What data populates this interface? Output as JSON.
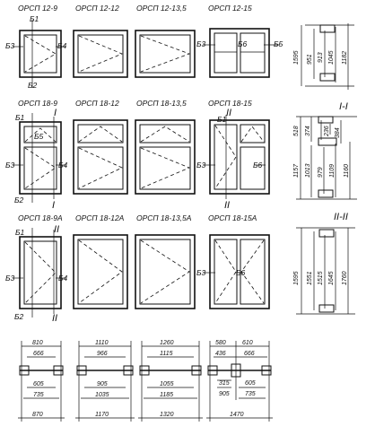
{
  "windows": {
    "r1": [
      "ОРСП 12-9",
      "ОРСП 12-12",
      "ОРСП 12-13,5",
      "ОРСП 12-15"
    ],
    "r2": [
      "ОРСП 18-9",
      "ОРСП 18-12",
      "ОРСП 18-13,5",
      "ОРСП 18-15"
    ],
    "r3": [
      "ОРСП 18-9А",
      "ОРСП 18-12А",
      "ОРСП 18-13,5А",
      "ОРСП 18-15А"
    ]
  },
  "markers": {
    "b1": "Б1",
    "b2": "Б2",
    "b3": "Б3",
    "b4": "Б4",
    "b5": "Б5",
    "b6": "Б6",
    "sec1": "I",
    "sec2": "II",
    "sec1_title": "I-I",
    "sec2_title": "II-II"
  },
  "dims": {
    "s1": [
      "1595",
      "951",
      "913",
      "1045",
      "1182"
    ],
    "s2": [
      "518",
      "374",
      "236",
      "384",
      "1157",
      "1013",
      "979",
      "1109",
      "1160"
    ],
    "s3": [
      "1595",
      "1551",
      "1515",
      "1645",
      "1760"
    ],
    "p1": [
      "810",
      "666",
      "605",
      "735",
      "870"
    ],
    "p2": [
      "1110",
      "966",
      "905",
      "1035",
      "1170"
    ],
    "p3": [
      "1260",
      "1115",
      "1055",
      "1185",
      "1320"
    ],
    "p4": [
      "580",
      "610",
      "436",
      "666",
      "315",
      "905",
      "605",
      "735",
      "1470"
    ]
  }
}
